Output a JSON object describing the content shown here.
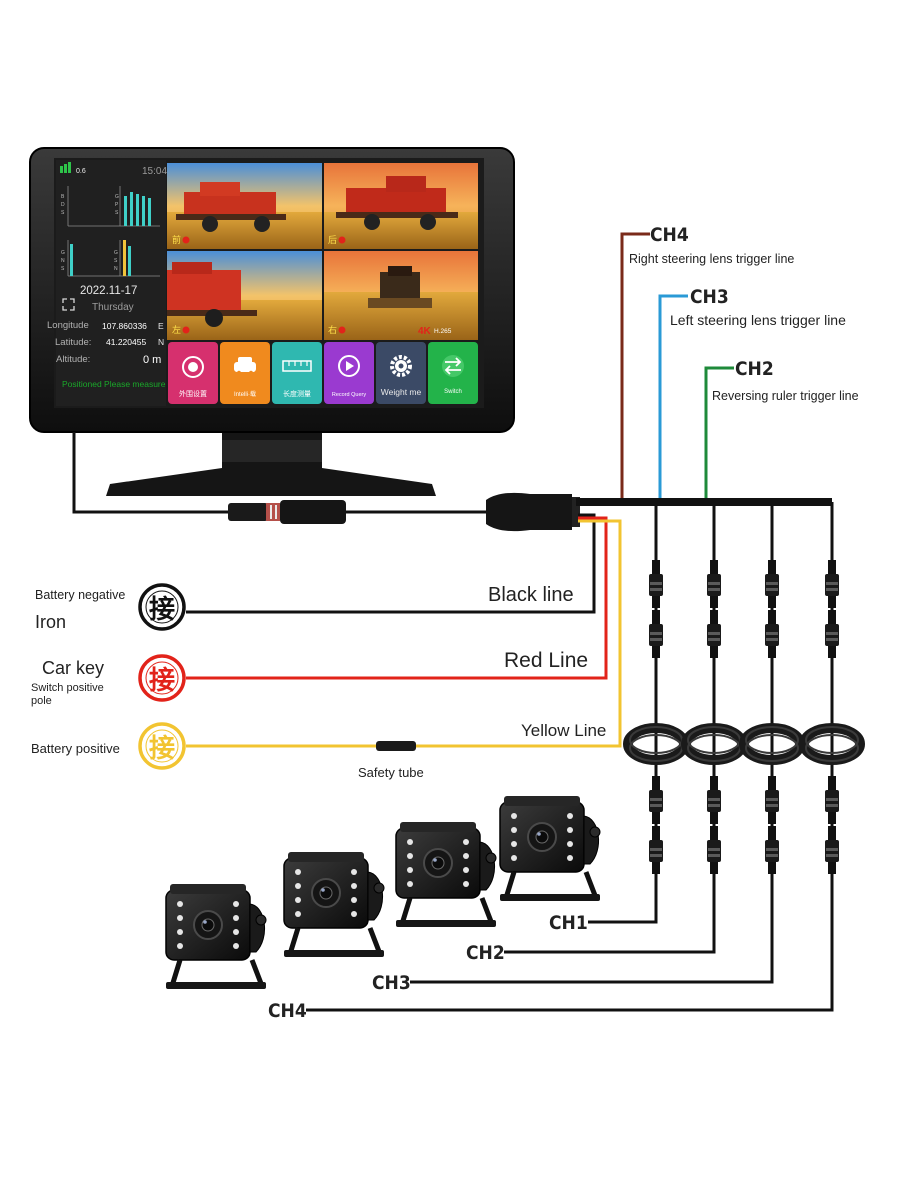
{
  "colors": {
    "ch4": "#7a2a1a",
    "ch3": "#2a9ad6",
    "ch2": "#1e8a3a",
    "black_line": "#111111",
    "red_line": "#e2231a",
    "yellow_line": "#f2c431",
    "green_text": "#1aa82a"
  },
  "trigger_lines": [
    {
      "ch": "CH4",
      "desc": "Right steering lens trigger line"
    },
    {
      "ch": "CH3",
      "desc": "Left steering lens trigger line"
    },
    {
      "ch": "CH2",
      "desc": "Reversing ruler trigger line"
    }
  ],
  "power_lines": {
    "black": {
      "name": "Black line",
      "label1": "Battery negative",
      "label2": "Iron",
      "badge": "接"
    },
    "red": {
      "name": "Red Line",
      "label1": "Car key",
      "label2a": "Switch positive",
      "label2b": "pole",
      "badge": "接"
    },
    "yellow": {
      "name": "Yellow Line",
      "label1": "Battery positive",
      "badge": "接"
    },
    "fuse": "Safety tube"
  },
  "camera_channels": [
    "CH1",
    "CH2",
    "CH3",
    "CH4"
  ],
  "monitor": {
    "signal": "0.6",
    "time": "15:04",
    "date": "2022.11-17",
    "weekday": "Thursday",
    "longitude_label": "Longitude",
    "longitude_value": "107.860336",
    "longitude_dir": "E",
    "latitude_label": "Latitude:",
    "latitude_value": "41.220455",
    "latitude_dir": "N",
    "altitude_label": "Altitude:",
    "altitude_value": "0 m",
    "status": "Positioned Please measure",
    "quad_labels": [
      "前",
      "后",
      "左",
      "右"
    ],
    "badge_4k": "4K",
    "codec": "H.265",
    "apps": [
      {
        "label": "外围设置",
        "color": "#d6306e",
        "icon": "record-icon"
      },
      {
        "label": "Intelli·载",
        "color": "#f08a1e",
        "icon": "car-icon"
      },
      {
        "label": "长度测量",
        "color": "#2fb8b0",
        "icon": "ruler-icon"
      },
      {
        "label": "Record Query",
        "color": "#9a3ad0",
        "icon": "playback-icon"
      },
      {
        "label": "Weight me",
        "color": "#3b4a66",
        "icon": "gear-icon"
      },
      {
        "label": "Switch",
        "color": "#23b34a",
        "icon": "switch-icon"
      }
    ]
  }
}
